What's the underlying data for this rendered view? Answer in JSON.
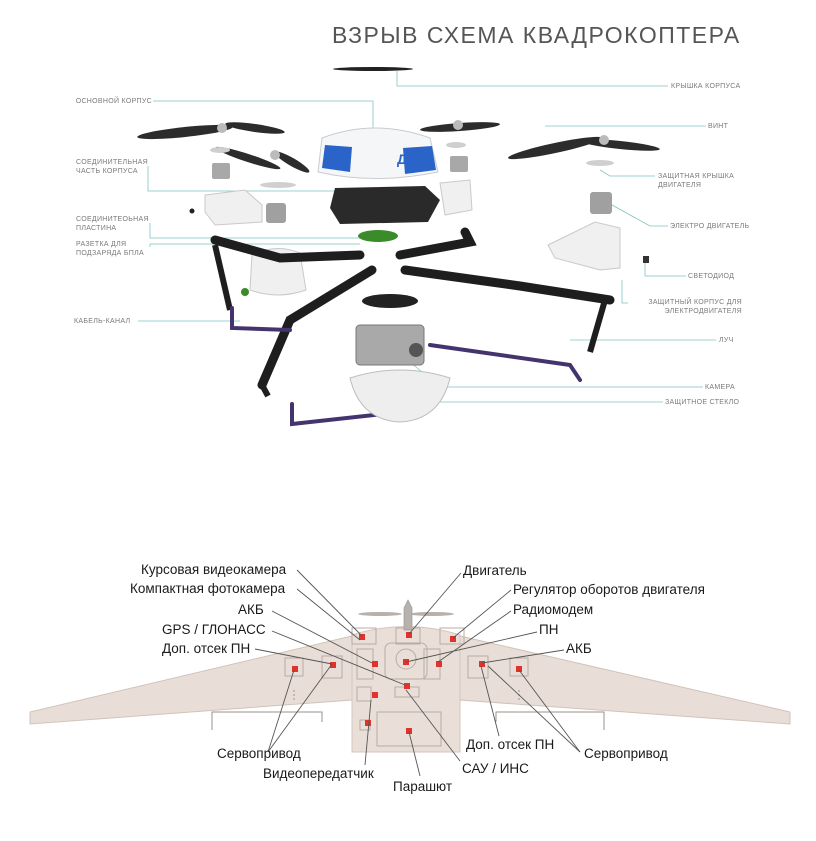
{
  "quad": {
    "title": "ВЗРЫВ СХЕМА КВАДРОКОПТЕРА",
    "body_marking": "ДПС",
    "labels": {
      "main_body": "ОСНОВНОЙ КОРПУС",
      "body_connector": "СОЕДИНИТЕЛЬНАЯ ЧАСТЬ КОРПУСА",
      "connecting_plate": "СОЕДИНИТЕОЬНАЯ ПЛАСТИНА",
      "charge_socket": "РАЗЕТКА ДЛЯ ПОДЗАРЯДА БПЛА",
      "cable_channel": "КАБЕЛЬ-КАНАЛ",
      "top_cover": "КРЫШКА КОРПУСА",
      "propeller": "ВИНТ",
      "motor_cover": "ЗАЩИТНАЯ КРЫШКА ДВИГАТЕЛЯ",
      "electric_motor": "ЭЛЕКТРО ДВИГАТЕЛЬ",
      "led": "СВЕТОДИОД",
      "motor_housing": "ЗАЩИТНЫЙ КОРПУС ДЛЯ ЭЛЕКТРОДВИГАТЕЛЯ",
      "arm": "ЛУЧ",
      "camera": "КАМЕРА",
      "protective_glass": "ЗАЩИТНОЕ СТЕКЛО"
    }
  },
  "plane": {
    "labels": {
      "course_camera": "Курсовая видеокамера",
      "compact_camera": "Компактная фотокамера",
      "battery_left": "АКБ",
      "gps": "GPS / ГЛОНАСС",
      "extra_bay_left": "Доп. отсек ПН",
      "engine": "Двигатель",
      "rpm_regulator": "Регулятор оборотов двигателя",
      "radiomodem": "Радиомодем",
      "payload": "ПН",
      "battery_right": "АКБ",
      "servo_left": "Сервопривод",
      "video_transmitter": "Видеопередатчик",
      "parachute": "Парашют",
      "autopilot": "САУ / ИНС",
      "extra_bay_right": "Доп. отсек ПН",
      "servo_right": "Сервопривод"
    }
  }
}
